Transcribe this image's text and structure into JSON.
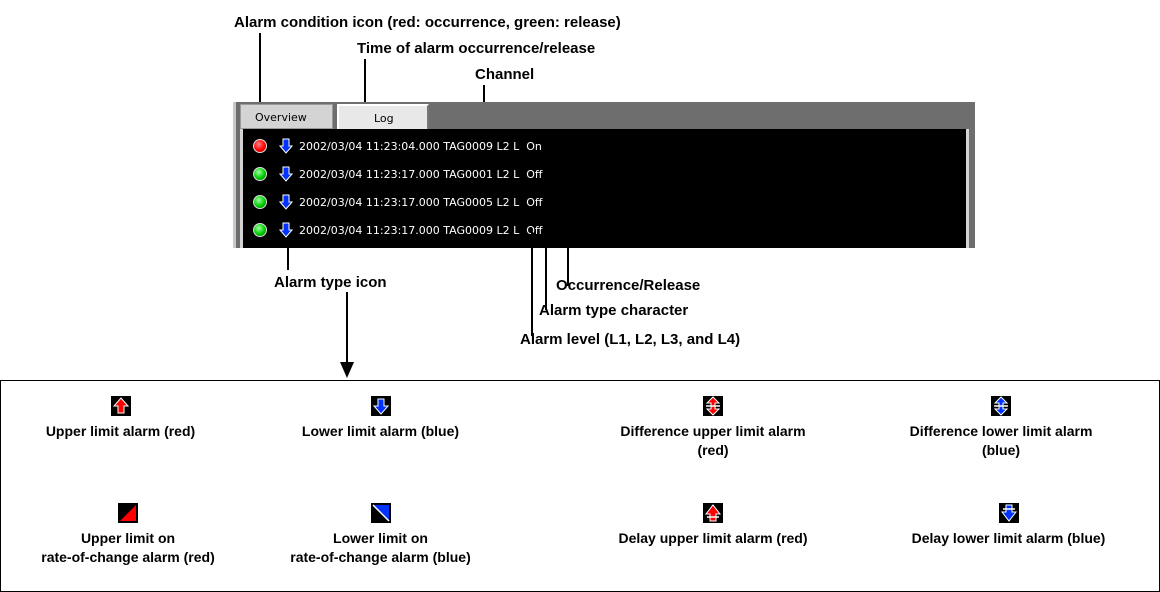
{
  "callouts": {
    "alarm_condition_icon": "Alarm condition icon (red: occurrence, green: release)",
    "time": "Time of alarm occurrence/release",
    "channel": "Channel",
    "alarm_type_icon": "Alarm type icon",
    "occurrence_release": "Occurrence/Release",
    "alarm_type_character": "Alarm type character",
    "alarm_level": "Alarm level (L1, L2, L3, and L4)"
  },
  "window": {
    "tabs": [
      "Overview",
      "Log"
    ],
    "active_tab": "Log",
    "log_rows": [
      {
        "status": "occurrence",
        "color": "#ff0000",
        "type_icon": "lower-limit-arrow-icon",
        "text": "2002/03/04 11:23:04.000 TAG0009 L2 L  On"
      },
      {
        "status": "release",
        "color": "#00cc00",
        "type_icon": "lower-limit-arrow-icon",
        "text": "2002/03/04 11:23:17.000 TAG0001 L2 L  Off"
      },
      {
        "status": "release",
        "color": "#00cc00",
        "type_icon": "lower-limit-arrow-icon",
        "text": "2002/03/04 11:23:17.000 TAG0005 L2 L  Off"
      },
      {
        "status": "release",
        "color": "#00cc00",
        "type_icon": "lower-limit-arrow-icon",
        "text": "2002/03/04 11:23:17.000 TAG0009 L2 L  Off"
      }
    ]
  },
  "legend": {
    "items": [
      {
        "icon": "upper-limit-icon",
        "label1": "Upper limit alarm (red)",
        "label2": ""
      },
      {
        "icon": "lower-limit-icon",
        "label1": "Lower limit alarm (blue)",
        "label2": ""
      },
      {
        "icon": "difference-upper-limit-icon",
        "label1": "Difference upper limit alarm",
        "label2": "(red)"
      },
      {
        "icon": "difference-lower-limit-icon",
        "label1": "Difference lower limit alarm",
        "label2": "(blue)"
      },
      {
        "icon": "rate-of-change-upper-icon",
        "label1": "Upper limit on",
        "label2": "rate-of-change alarm (red)"
      },
      {
        "icon": "rate-of-change-lower-icon",
        "label1": "Lower limit on",
        "label2": "rate-of-change alarm (blue)"
      },
      {
        "icon": "delay-upper-limit-icon",
        "label1": "Delay upper limit alarm (red)",
        "label2": ""
      },
      {
        "icon": "delay-lower-limit-icon",
        "label1": "Delay lower limit alarm (blue)",
        "label2": ""
      }
    ]
  },
  "colors": {
    "red": "#ff0000",
    "blue": "#0033ff",
    "green": "#00cc00",
    "dark_icon_bg": "#000000"
  }
}
